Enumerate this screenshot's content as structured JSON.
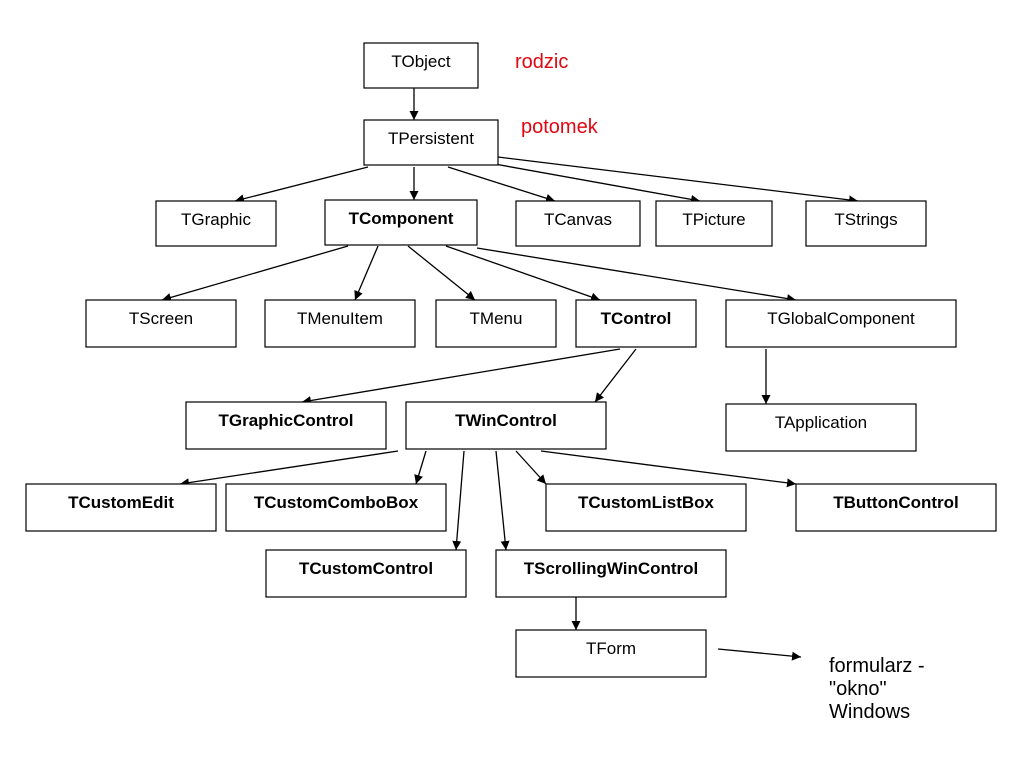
{
  "colors": {
    "note_red": "#e30613",
    "line": "#000000",
    "box_fill": "#ffffff"
  },
  "nodes": [
    {
      "id": "tobject",
      "label": "TObject",
      "bold": false
    },
    {
      "id": "tpersistent",
      "label": "TPersistent",
      "bold": false
    },
    {
      "id": "tgraphic",
      "label": "TGraphic",
      "bold": false
    },
    {
      "id": "tcomponent",
      "label": "TComponent",
      "bold": true
    },
    {
      "id": "tcanvas",
      "label": "TCanvas",
      "bold": false
    },
    {
      "id": "tpicture",
      "label": "TPicture",
      "bold": false
    },
    {
      "id": "tstrings",
      "label": "TStrings",
      "bold": false
    },
    {
      "id": "tscreen",
      "label": "TScreen",
      "bold": false
    },
    {
      "id": "tmenuitem",
      "label": "TMenuItem",
      "bold": false
    },
    {
      "id": "tmenu",
      "label": "TMenu",
      "bold": false
    },
    {
      "id": "tcontrol",
      "label": "TControl",
      "bold": true
    },
    {
      "id": "tglobalcomponent",
      "label": "TGlobalComponent",
      "bold": false
    },
    {
      "id": "tgraphiccontrol",
      "label": "TGraphicControl",
      "bold": true
    },
    {
      "id": "twincontrol",
      "label": "TWinControl",
      "bold": true
    },
    {
      "id": "tapplication",
      "label": "TApplication",
      "bold": false
    },
    {
      "id": "tcustomedit",
      "label": "TCustomEdit",
      "bold": true
    },
    {
      "id": "tcustomcombobox",
      "label": "TCustomComboBox",
      "bold": true
    },
    {
      "id": "tcustomlistbox",
      "label": "TCustomListBox",
      "bold": true
    },
    {
      "id": "tbuttoncontrol",
      "label": "TButtonControl",
      "bold": true
    },
    {
      "id": "tcustomcontrol",
      "label": "TCustomControl",
      "bold": true
    },
    {
      "id": "tscrollingwincontrol",
      "label": "TScrollingWinControl",
      "bold": true
    },
    {
      "id": "tform",
      "label": "TForm",
      "bold": false
    }
  ],
  "edges": [
    {
      "from": "tobject",
      "to": "tpersistent"
    },
    {
      "from": "tpersistent",
      "to": "tgraphic"
    },
    {
      "from": "tpersistent",
      "to": "tcomponent"
    },
    {
      "from": "tpersistent",
      "to": "tcanvas"
    },
    {
      "from": "tpersistent",
      "to": "tpicture"
    },
    {
      "from": "tpersistent",
      "to": "tstrings"
    },
    {
      "from": "tcomponent",
      "to": "tscreen"
    },
    {
      "from": "tcomponent",
      "to": "tmenuitem"
    },
    {
      "from": "tcomponent",
      "to": "tmenu"
    },
    {
      "from": "tcomponent",
      "to": "tcontrol"
    },
    {
      "from": "tcomponent",
      "to": "tglobalcomponent"
    },
    {
      "from": "tcontrol",
      "to": "tgraphiccontrol"
    },
    {
      "from": "tcontrol",
      "to": "twincontrol"
    },
    {
      "from": "tglobalcomponent",
      "to": "tapplication"
    },
    {
      "from": "twincontrol",
      "to": "tcustomedit"
    },
    {
      "from": "twincontrol",
      "to": "tcustomcombobox"
    },
    {
      "from": "twincontrol",
      "to": "tcustomlistbox"
    },
    {
      "from": "twincontrol",
      "to": "tbuttoncontrol"
    },
    {
      "from": "twincontrol",
      "to": "tcustomcontrol"
    },
    {
      "from": "twincontrol",
      "to": "tscrollingwincontrol"
    },
    {
      "from": "tscrollingwincontrol",
      "to": "tform"
    }
  ],
  "annotations": {
    "parent": "rodzic",
    "child": "potomek",
    "form_note": [
      "formularz -",
      "\"okno\"",
      "Windows"
    ]
  }
}
